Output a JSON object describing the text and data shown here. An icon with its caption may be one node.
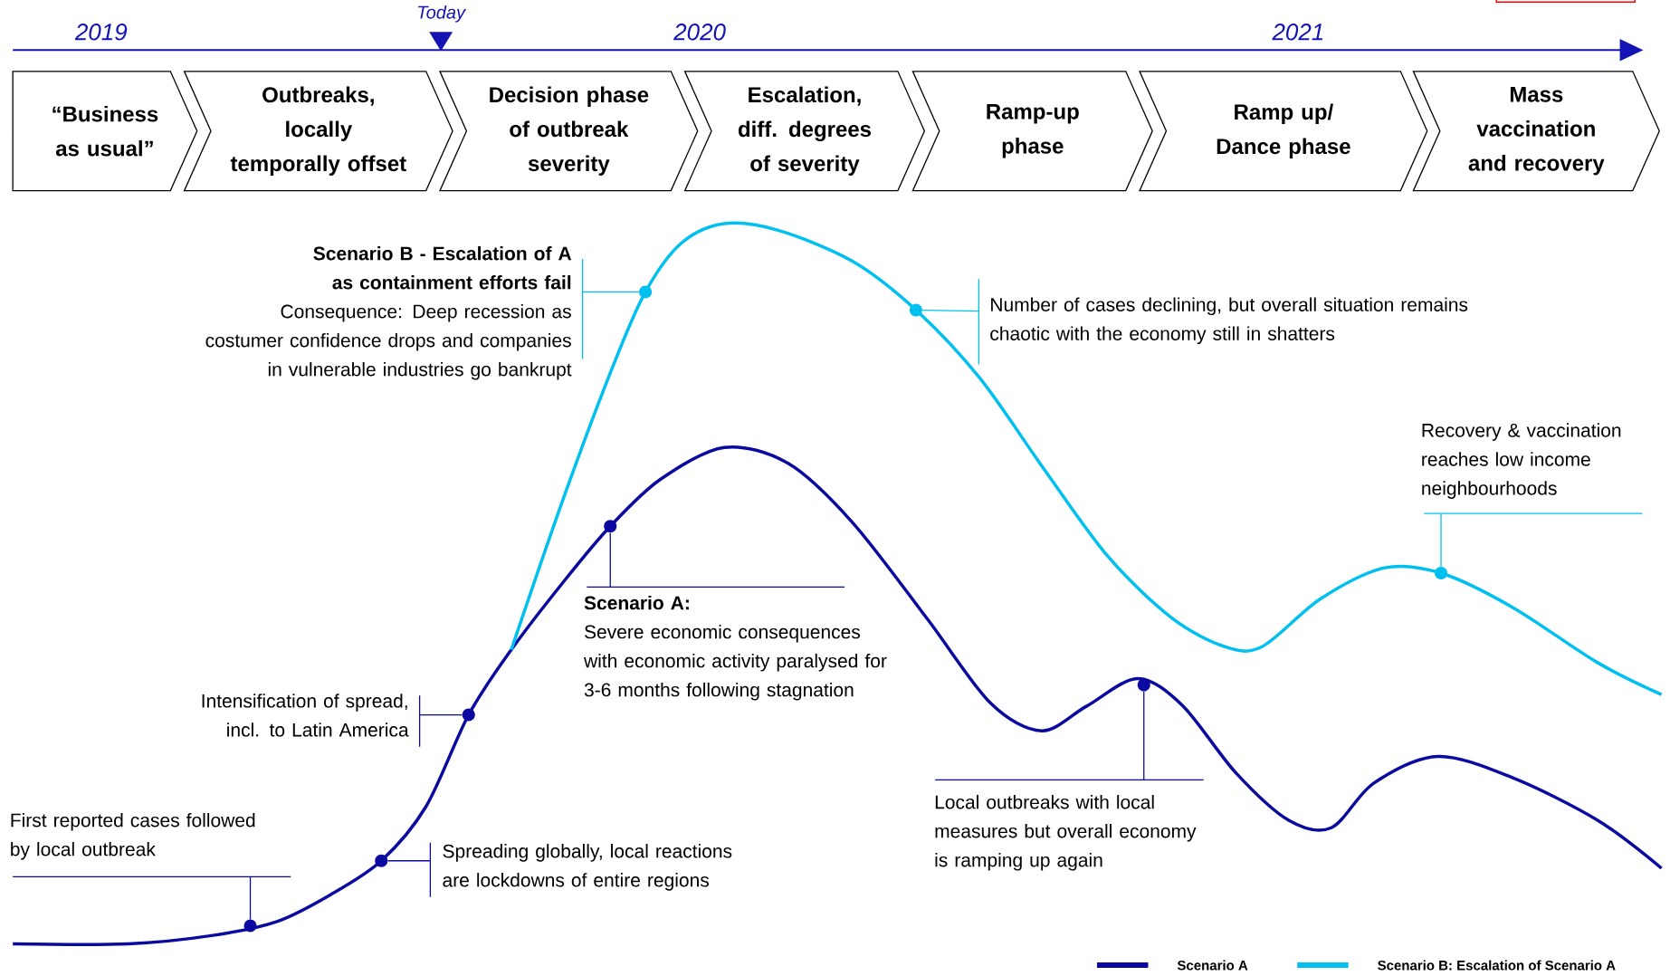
{
  "diagram": {
    "nodes": [
      {
        "text": [
          "“Business as usual”"
        ]
      },
      {
        "text": [
          "Outbreaks, locally temporally offset"
        ]
      },
      {
        "text": [
          "Decision phase of outbreak severity"
        ]
      },
      {
        "text": [
          "Escalation, diff. degrees of severity"
        ]
      },
      {
        "text": [
          "Ramp-up phase"
        ]
      },
      {
        "text": [
          "Ramp up/ Dance phase"
        ]
      },
      {
        "text": [
          "Mass vaccination and recovery"
        ]
      },
      {
        "text": [
          "Scenario B -  Escalation of A as containment efforts fail",
          "Consequence: Deep recession as costumer confidence drops and companies in vulnerable industries go bankrupt"
        ]
      },
      {
        "text": [],
        "shape": "circle"
      },
      {
        "text": [
          "Number of cases declining, but overall situation remains chaotic with the economy still in shatters"
        ]
      },
      {
        "text": [],
        "shape": "circle"
      },
      {
        "text": [
          "Recovery & vaccination reaches low income neighbourhoods"
        ]
      },
      {
        "text": [],
        "shape": "circle"
      },
      {
        "text": [
          "Scenario A:",
          "Severe economic consequences with economic activity paralysed for 3-6 months following stagnation"
        ]
      },
      {
        "text": [],
        "shape": "circle"
      },
      {
        "text": [
          "Intensification of spread, incl. to Latin America"
        ]
      },
      {
        "text": [],
        "shape": "circle"
      },
      {
        "text": [
          "Local outbreaks with local measures but overall economy is ramping up again"
        ]
      },
      {
        "text": [],
        "shape": "circle"
      },
      {
        "text": [
          "First reported cases followed by local outbreak"
        ]
      },
      {
        "text": [],
        "shape": "circle"
      },
      {
        "text": [
          "Spreading globally, local reactions are lockdowns of entire regions"
        ]
      },
      {
        "text": [],
        "shape": "circle"
      }
    ],
    "edges": [
      {
        "from": 7,
        "to": 8,
        "arrow": "none",
        "color": "#00c0f0"
      },
      {
        "from": 9,
        "to": 10,
        "arrow": "none",
        "color": "#00c0f0"
      },
      {
        "from": 11,
        "to": 12,
        "arrow": "none",
        "color": "#00c0f0"
      },
      {
        "from": 13,
        "to": 14,
        "arrow": "none"
      },
      {
        "from": 15,
        "to": 16,
        "arrow": "none"
      },
      {
        "from": 17,
        "to": 18,
        "arrow": "none"
      },
      {
        "from": 19,
        "to": 20,
        "arrow": "none"
      },
      {
        "from": 21,
        "to": 22,
        "arrow": "none"
      }
    ],
    "labels": [
      "Today",
      "2019",
      "2020",
      "2021"
    ],
    "legend": [
      {
        "text": "Scenario A",
        "color": "#0a0aa0"
      },
      {
        "text": "Scenario B: Escalation of Scenario A",
        "color": "#00c0f0"
      }
    ]
  }
}
